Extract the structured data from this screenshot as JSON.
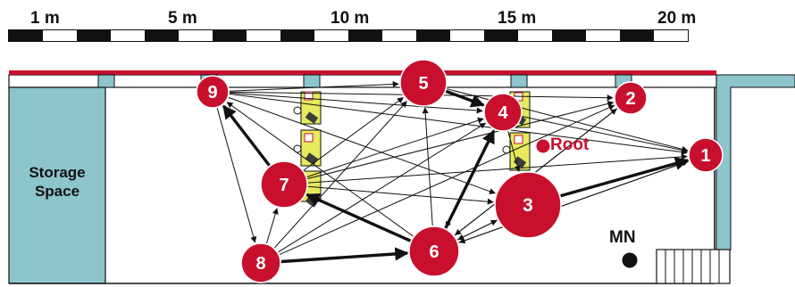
{
  "scale_bar": {
    "labels": [
      "1 m",
      "5 m",
      "10 m",
      "15 m",
      "20 m"
    ]
  },
  "room": {
    "storage_label_line1": "Storage",
    "storage_label_line2": "Space"
  },
  "markers": {
    "root_label": "Root",
    "mn_label": "MN"
  },
  "nodes": [
    {
      "id": "1",
      "label": "1"
    },
    {
      "id": "2",
      "label": "2"
    },
    {
      "id": "3",
      "label": "3"
    },
    {
      "id": "4",
      "label": "4"
    },
    {
      "id": "5",
      "label": "5"
    },
    {
      "id": "6",
      "label": "6"
    },
    {
      "id": "7",
      "label": "7"
    },
    {
      "id": "8",
      "label": "8"
    },
    {
      "id": "9",
      "label": "9"
    }
  ],
  "links": [
    {
      "from": "6",
      "to": "4",
      "strong": true
    },
    {
      "from": "6",
      "to": "7",
      "strong": true
    },
    {
      "from": "8",
      "to": "6",
      "strong": true
    },
    {
      "from": "7",
      "to": "9",
      "strong": true
    },
    {
      "from": "3",
      "to": "1",
      "strong": true
    },
    {
      "from": "5",
      "to": "4",
      "strong": true
    },
    {
      "from": "9",
      "to": "4",
      "strong": false
    },
    {
      "from": "9",
      "to": "1",
      "strong": false
    },
    {
      "from": "9",
      "to": "8",
      "strong": false
    },
    {
      "from": "9",
      "to": "2",
      "strong": false
    },
    {
      "from": "9",
      "to": "5",
      "strong": false
    },
    {
      "from": "9",
      "to": "3",
      "strong": false
    },
    {
      "from": "7",
      "to": "4",
      "strong": false
    },
    {
      "from": "7",
      "to": "2",
      "strong": false
    },
    {
      "from": "7",
      "to": "5",
      "strong": false
    },
    {
      "from": "7",
      "to": "3",
      "strong": false
    },
    {
      "from": "7",
      "to": "1",
      "strong": false
    },
    {
      "from": "8",
      "to": "4",
      "strong": false
    },
    {
      "from": "8",
      "to": "7",
      "strong": false
    },
    {
      "from": "8",
      "to": "5",
      "strong": false
    },
    {
      "from": "8",
      "to": "2",
      "strong": false
    },
    {
      "from": "6",
      "to": "5",
      "strong": false
    },
    {
      "from": "6",
      "to": "3",
      "strong": false
    },
    {
      "from": "6",
      "to": "1",
      "strong": false
    },
    {
      "from": "6",
      "to": "2",
      "strong": false
    },
    {
      "from": "6",
      "to": "9",
      "strong": false
    },
    {
      "from": "4",
      "to": "3",
      "strong": false
    },
    {
      "from": "4",
      "to": "1",
      "strong": false
    },
    {
      "from": "4",
      "to": "6",
      "strong": false
    },
    {
      "from": "5",
      "to": "1",
      "strong": false
    },
    {
      "from": "2",
      "to": "6",
      "strong": false
    },
    {
      "from": "1",
      "to": "6",
      "strong": false
    },
    {
      "from": "3",
      "to": "6",
      "strong": false
    }
  ]
}
